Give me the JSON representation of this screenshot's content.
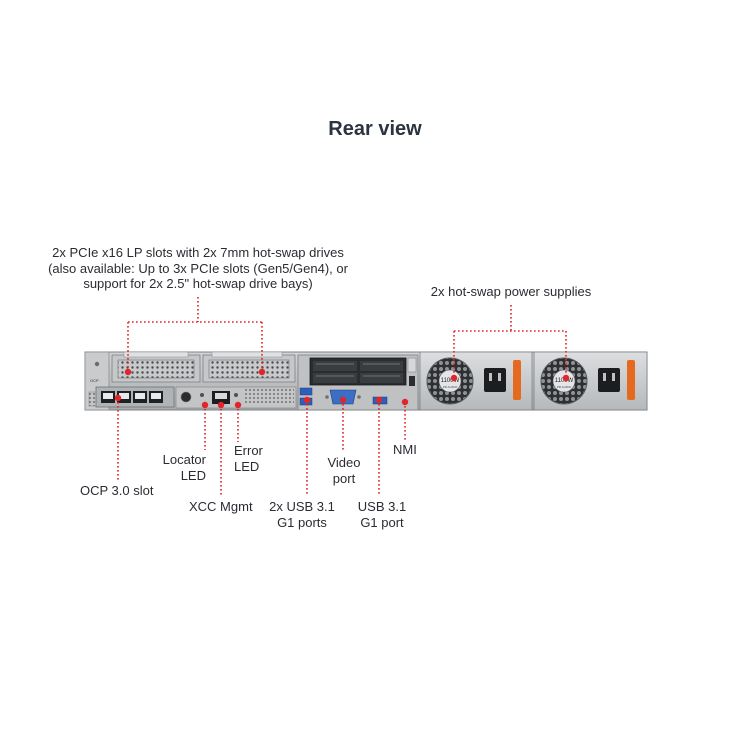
{
  "title": "Rear view",
  "callouts": {
    "pcie": {
      "lines": [
        "2x PCIe x16 LP slots with 2x 7mm hot-swap drives",
        "(also available: Up to 3x PCIe slots (Gen5/Gen4), or",
        "support for 2x 2.5\" hot-swap drive bays)"
      ]
    },
    "psu": {
      "lines": [
        "2x hot-swap power supplies"
      ]
    },
    "ocp": {
      "lines": [
        "OCP 3.0 slot"
      ]
    },
    "locator": {
      "lines": [
        "Locator",
        "LED"
      ]
    },
    "xcc": {
      "lines": [
        "XCC Mgmt"
      ]
    },
    "error": {
      "lines": [
        "Error",
        "LED"
      ]
    },
    "usb_pair": {
      "lines": [
        "2x USB 3.1",
        "G1 ports"
      ]
    },
    "video": {
      "lines": [
        "Video",
        "port"
      ]
    },
    "usb_single": {
      "lines": [
        "USB 3.1",
        "G1 port"
      ]
    },
    "nmi": {
      "lines": [
        "NMI"
      ]
    }
  },
  "device": {
    "psu_rating": "1100W",
    "psu_sublabel": "PD AUDIO",
    "ocp_tag": "OCP"
  },
  "colors": {
    "leader": "#e0262b",
    "chassis": "#b9bcbf",
    "psu_body": "#d3d5d7",
    "title": "#2b3440"
  }
}
